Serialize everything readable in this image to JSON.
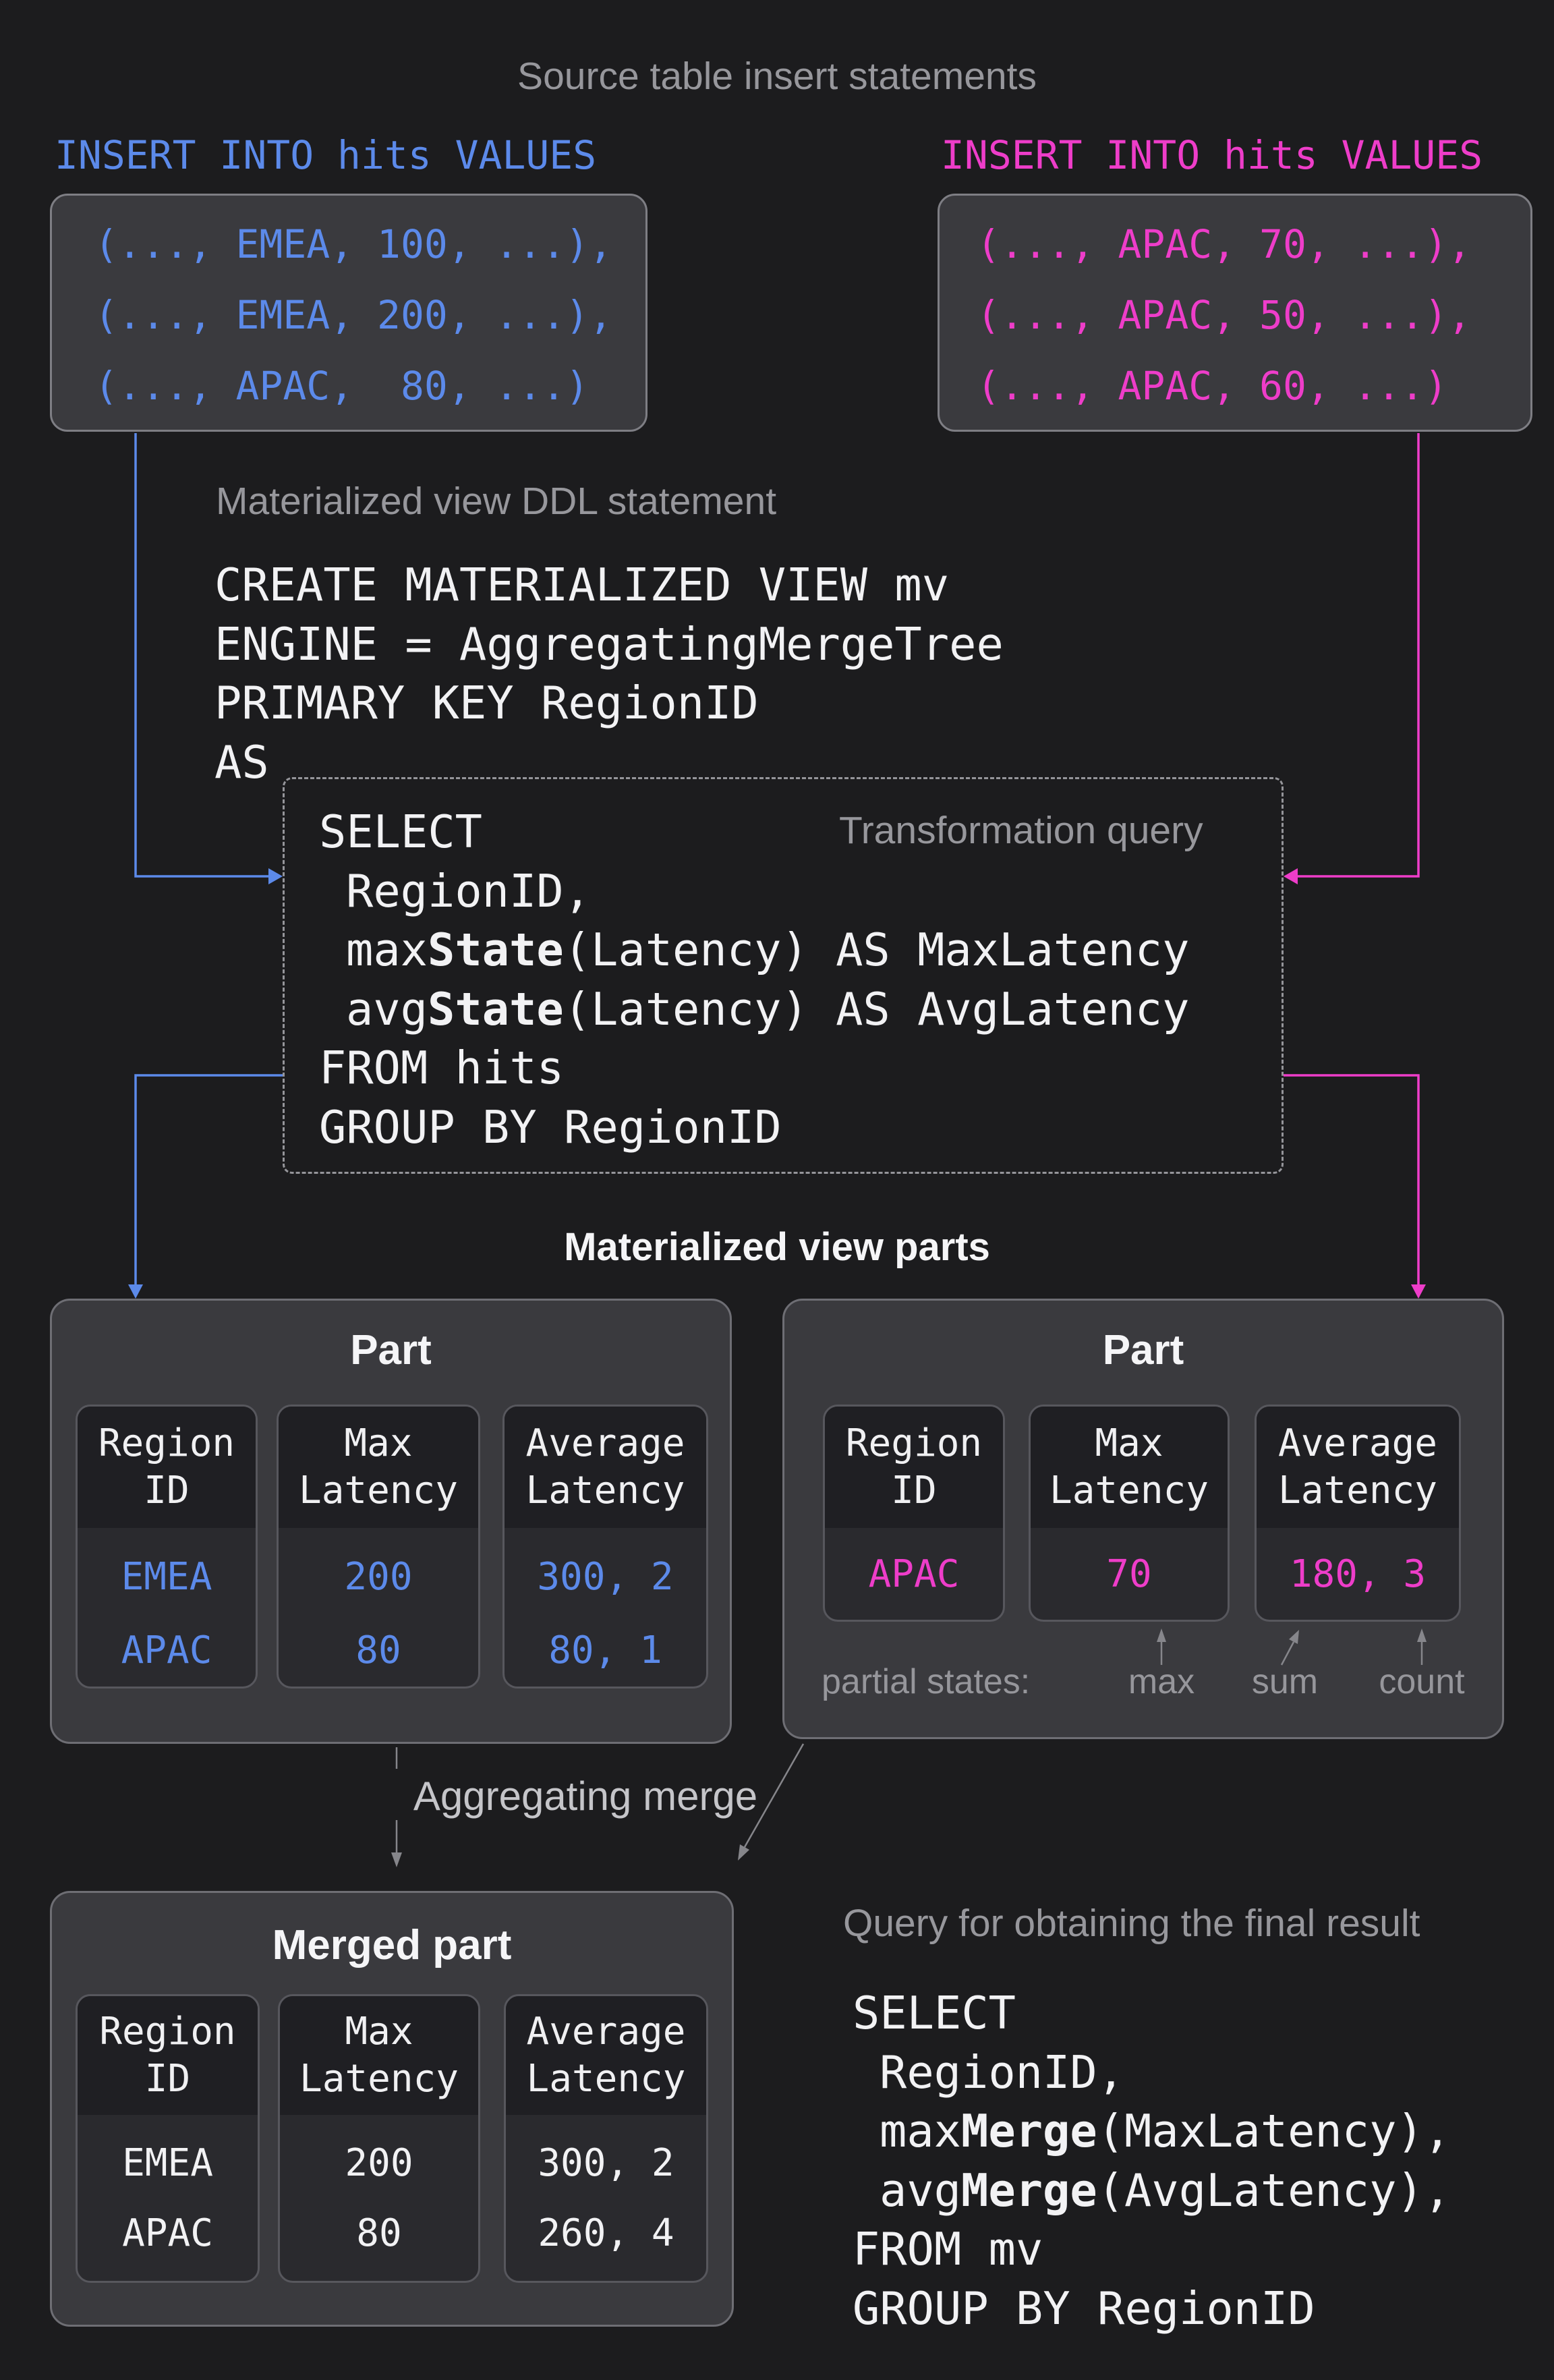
{
  "colors": {
    "blue": "#5C8AEA",
    "magenta": "#EE3DC9",
    "white_text": "#F2F2F4",
    "gray_title": "#97979C",
    "arrow_gray": "#86868B",
    "label_light": "#C5C5C9",
    "page_bg": "#1C1C1E",
    "panel_bg": "#3A3A3E",
    "column_header_bg": "#1F1F23",
    "column_body_bg": "#2A2A2E"
  },
  "header": {
    "source_title": "Source table insert statements"
  },
  "insert_left": {
    "label": "INSERT INTO hits VALUES",
    "lines": [
      "(..., EMEA, 100, ...),",
      "(..., EMEA, 200, ...),",
      "(..., APAC,  80, ...)"
    ]
  },
  "insert_right": {
    "label": "INSERT INTO hits VALUES",
    "lines": [
      "(..., APAC, 70, ...),",
      "(..., APAC, 50, ...),",
      "(..., APAC, 60, ...)"
    ]
  },
  "ddl": {
    "title": "Materialized view DDL statement",
    "lines": [
      "CREATE MATERIALIZED VIEW mv",
      "ENGINE = AggregatingMergeTree",
      "PRIMARY KEY RegionID",
      "AS"
    ]
  },
  "transform": {
    "title": "Transformation query",
    "select": "SELECT",
    "field1": "RegionID,",
    "max_pre": "max",
    "max_bold": "State",
    "max_post": "(Latency) AS MaxLatency",
    "avg_pre": "avg",
    "avg_bold": "State",
    "avg_post": "(Latency) AS AvgLatency",
    "from": "FROM hits",
    "group": "GROUP BY RegionID"
  },
  "parts_title": "Materialized view parts",
  "part_left": {
    "title": "Part",
    "columns": [
      {
        "h1": "Region",
        "h2": "ID",
        "v1": "EMEA",
        "v2": "APAC"
      },
      {
        "h1": "Max",
        "h2": "Latency",
        "v1": "200",
        "v2": "80"
      },
      {
        "h1": "Average",
        "h2": "Latency",
        "v1": "300, 2",
        "v2": "80, 1"
      }
    ]
  },
  "part_right": {
    "title": "Part",
    "columns": [
      {
        "h1": "Region",
        "h2": "ID",
        "v1": "APAC"
      },
      {
        "h1": "Max",
        "h2": "Latency",
        "v1": "70"
      },
      {
        "h1": "Average",
        "h2": "Latency",
        "v1": "180, 3"
      }
    ],
    "partial_label": "partial states:",
    "ann_max": "max",
    "ann_sum": "sum",
    "ann_count": "count"
  },
  "merge_label": "Aggregating merge",
  "merged": {
    "title": "Merged part",
    "columns": [
      {
        "h1": "Region",
        "h2": "ID",
        "v1": "EMEA",
        "v2": "APAC"
      },
      {
        "h1": "Max",
        "h2": "Latency",
        "v1": "200",
        "v2": "80"
      },
      {
        "h1": "Average",
        "h2": "Latency",
        "v1": "300, 2",
        "v2": "260, 4"
      }
    ]
  },
  "final": {
    "title": "Query for obtaining the final result",
    "select": "SELECT",
    "field1": "RegionID,",
    "max_pre": "max",
    "max_bold": "Merge",
    "max_post": "(MaxLatency),",
    "avg_pre": "avg",
    "avg_bold": "Merge",
    "avg_post": "(AvgLatency),",
    "from": "FROM mv",
    "group": "GROUP BY RegionID"
  }
}
